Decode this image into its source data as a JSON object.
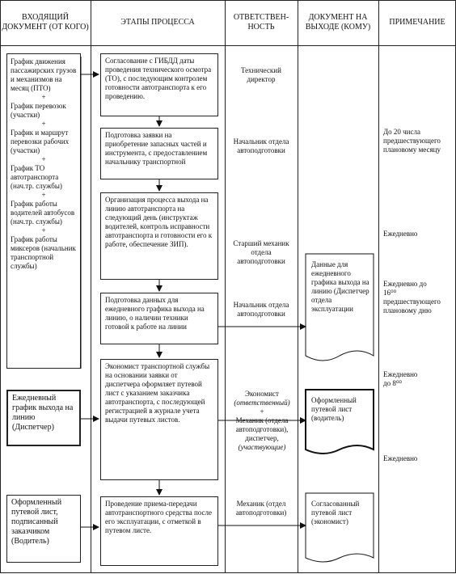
{
  "headers": {
    "incoming": "ВХОДЯЩИЙ ДОКУМЕНТ (ОТ КОГО)",
    "stages": "ЭТАПЫ ПРОЦЕССА",
    "responsibility": "ОТВЕТСТВЕН-НОСТЬ",
    "output": "ДОКУМЕНТ НА ВЫХОДЕ (КОМУ)",
    "note": "ПРИМЕЧАНИЕ"
  },
  "incoming": {
    "list": [
      "График движения пассажирских грузов и механизмов на месяц (ПТО)",
      "График перевозок (участки)",
      "График и маршрут перевозки рабочих (участки)",
      "График ТО автотранспорта (нач.тр. службы)",
      "График работы водителей автобусов (нач.тр. службы)",
      "График работы миксеров (начальник транспортной службы)"
    ],
    "plus": "+",
    "daily": "Ежедневный график выхода на линию (Диспетчер)",
    "waybill": "Оформленный путевой лист, подписанный заказчиком (Водитель)"
  },
  "stages": [
    "Согласование с ГИБДД даты проведения технического осмотра (ТО), с последующим контролем готовности автотранспорта к его проведению.",
    "Подготовка заявки на приобретение запасных частей и инструмента, с предоставлением начальнику транспортной",
    "Организация процесса выхода на линию автотранспорта на следующий день (инструктаж водителей, контроль исправности автотранспорта и готовности его к работе, обеспечение ЗИП).",
    "Подготовка данных для ежедневного графика выхода на линию, о наличии техники готовой к работе на линии",
    "Экономист транспортной службы на основании заявки от диспетчера оформляет путевой лист с указанием заказчика автотранспорта, с последующей регистрацией в журнале учета выдачи путевых листов.",
    "Проведение приема-передачи автотранспортного средства после его эксплуатации, с отметкой в путевом листе."
  ],
  "responsibility": {
    "r1": "Технический директор",
    "r2": "Начальник отдела автоподготовки",
    "r3": "Старший механик отдела автоподготовки",
    "r4": "Начальник отдела автоподготовки",
    "r5_a": "Экономист",
    "r5_b": "(ответственный)",
    "r5_plus": "+",
    "r5_c": "Механик (отдела автоподготовки), диспетчер,",
    "r5_d": "(участвующие)",
    "r6": "Механик (отдел автоподготовки)"
  },
  "output": {
    "d1": "Данные для ежедневного графика выхода на линию (Диспетчер отдела эксплуатации",
    "d2": "Оформленный путевой лист (водитель)",
    "d3": "Согласованный путевой лист (экономист)"
  },
  "notes": {
    "n1": "До 20 числа предшествующего плановому месяцу",
    "n2": "Ежедневно",
    "n3_a": "Ежедневно до",
    "n3_b": "16⁰⁰ предшествующего плановому дню",
    "n4_a": "Ежедневно",
    "n4_b": "до 8⁰⁰",
    "n5": "Ежедневно"
  }
}
